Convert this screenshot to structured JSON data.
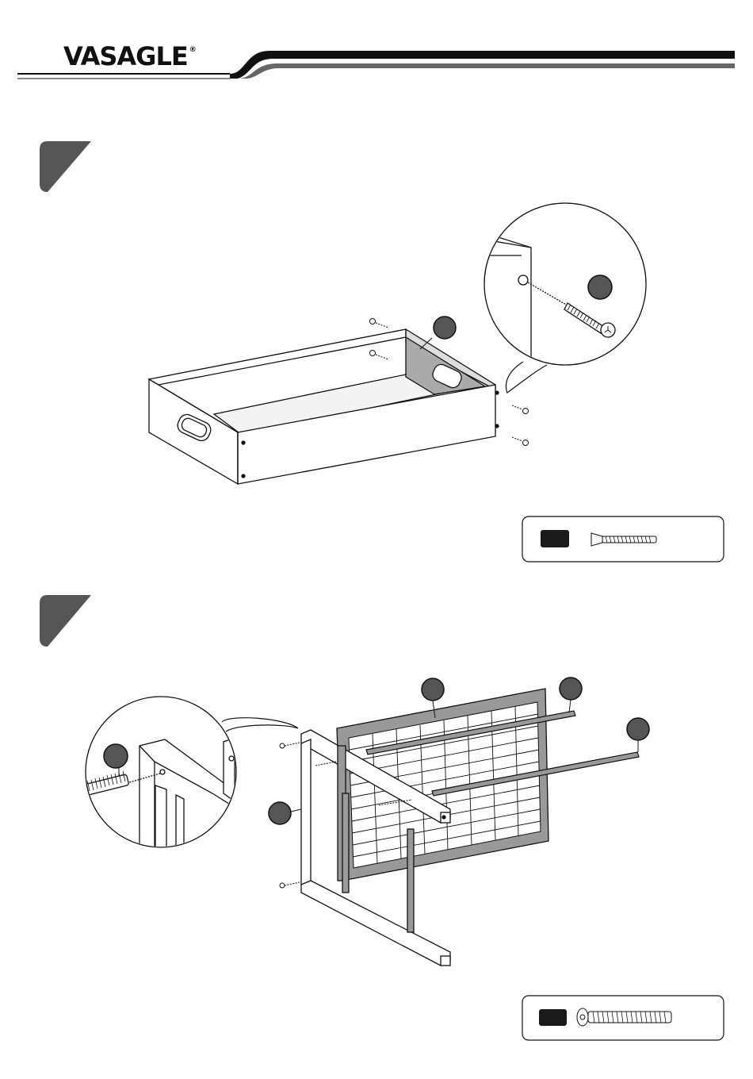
{
  "header": {
    "brand": "VASAGLE",
    "registered_mark": "®"
  },
  "steps": [
    {
      "callout_icons": [
        "zoom-detail-circle",
        "hardware-legend-box"
      ],
      "hardware_icon": "long-bolt-icon"
    },
    {
      "callout_icons": [
        "zoom-detail-circle",
        "hardware-legend-box"
      ],
      "hardware_icon": "short-bolt-icon"
    }
  ]
}
